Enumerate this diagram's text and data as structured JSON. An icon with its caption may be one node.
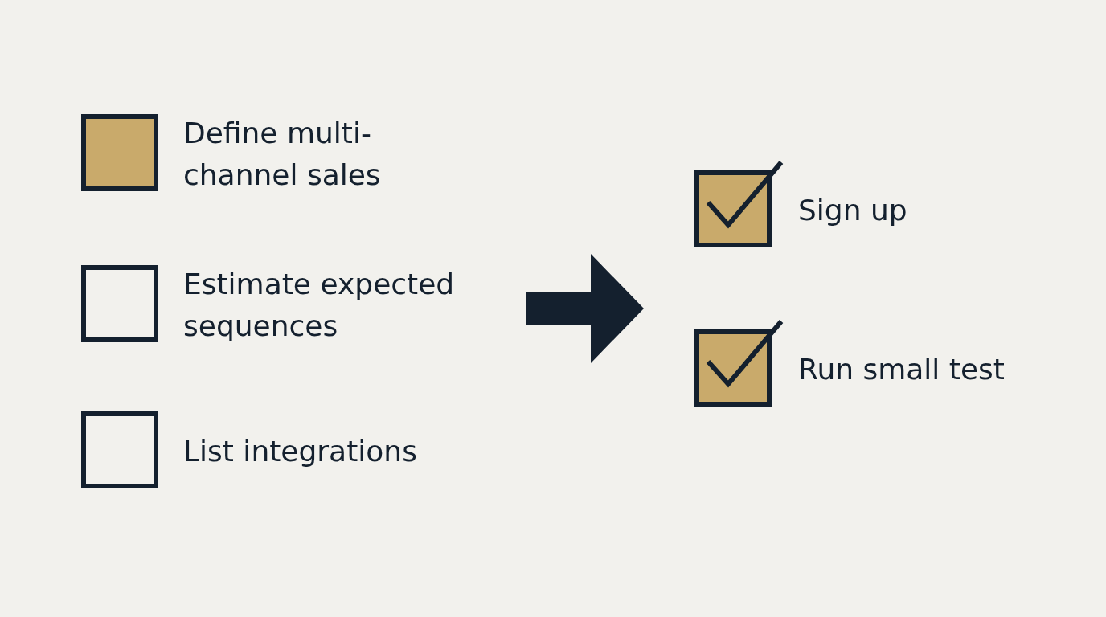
{
  "diagram": {
    "labels": [
      "Define multi-channel sales",
      "Estimate expected sequences",
      "List integrations",
      "Sign up",
      "Run small test"
    ]
  }
}
